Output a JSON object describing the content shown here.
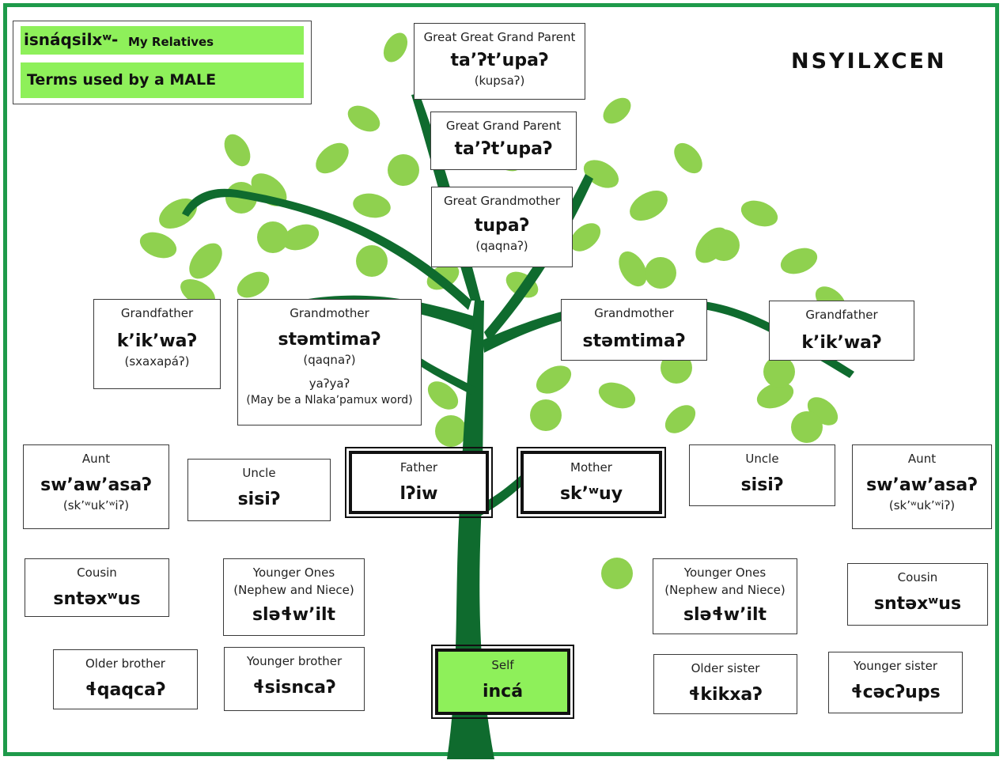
{
  "header": {
    "title_main": "isnáqsilxʷ",
    "title_sep": " - ",
    "title_sub": "My Relatives",
    "subtitle": "Terms used by a MALE",
    "logo": "NSYILXCEN"
  },
  "relatives": {
    "ggg_parent": {
      "label": "Great Great Grand Parent",
      "term": "taʼʔtʼupaʔ",
      "alt": "(kupsaʔ)"
    },
    "gg_parent": {
      "label": "Great Grand Parent",
      "term": "taʼʔtʼupaʔ"
    },
    "g_grandmother": {
      "label": "Great Grandmother",
      "term": "tupaʔ",
      "alt": "(qaqnaʔ)"
    },
    "grandfather_l": {
      "label": "Grandfather",
      "term": "kʼikʼwaʔ",
      "alt": "(sxaxapáʔ)"
    },
    "grandmother_l": {
      "label": "Grandmother",
      "term": "stəmtimaʔ",
      "alt": "(qaqnaʔ)",
      "alt2": "yaʔyaʔ",
      "note": "(May be a Nlakaʼpamux word)"
    },
    "grandmother_r": {
      "label": "Grandmother",
      "term": "stəmtimaʔ"
    },
    "grandfather_r": {
      "label": "Grandfather",
      "term": "kʼikʼwaʔ"
    },
    "aunt_l": {
      "label": "Aunt",
      "term": "swʼawʼasaʔ",
      "alt": "(skʼʷukʼʷiʔ)"
    },
    "uncle_l": {
      "label": "Uncle",
      "term": "sisiʔ"
    },
    "father": {
      "label": "Father",
      "term": "lʔiw"
    },
    "mother": {
      "label": "Mother",
      "term": "skʼʷuy"
    },
    "uncle_r": {
      "label": "Uncle",
      "term": "sisiʔ"
    },
    "aunt_r": {
      "label": "Aunt",
      "term": "swʼawʼasaʔ",
      "alt": "(skʼʷukʼʷiʔ)"
    },
    "cousin_l": {
      "label": "Cousin",
      "term": "sntəxʷus"
    },
    "younger_ones_l": {
      "label": "Younger Ones",
      "label2": "(Nephew and Niece)",
      "term": "sləɬwʼilt"
    },
    "younger_ones_r": {
      "label": "Younger Ones",
      "label2": "(Nephew and Niece)",
      "term": "sləɬwʼilt"
    },
    "cousin_r": {
      "label": "Cousin",
      "term": "sntəxʷus"
    },
    "older_brother": {
      "label": "Older brother",
      "term": "ɬqaqcaʔ"
    },
    "younger_brother": {
      "label": "Younger brother",
      "term": "ɬsisncaʔ"
    },
    "self": {
      "label": "Self",
      "term": "incá"
    },
    "older_sister": {
      "label": "Older sister",
      "term": "ɬkikxaʔ"
    },
    "younger_sister": {
      "label": "Younger sister",
      "term": "ɬcəcʔups"
    }
  },
  "colors": {
    "border": "#1e9a4a",
    "highlight": "#8ef05a",
    "trunk": "#0f6b2e",
    "leaf": "#8fd14f"
  }
}
